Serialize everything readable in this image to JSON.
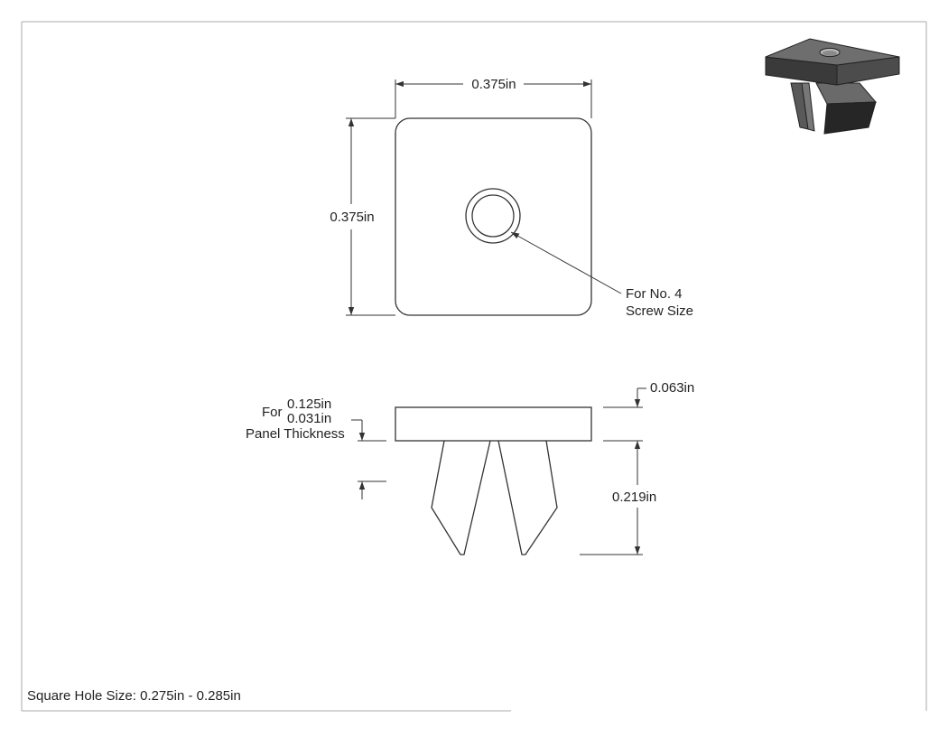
{
  "dimensions": {
    "top_width": "0.375in",
    "top_height": "0.375in",
    "thickness": "0.063in",
    "leg_height": "0.219in"
  },
  "hole_note": {
    "line1": "For No. 4",
    "line2": "Screw Size"
  },
  "panel_note": {
    "prefix": "For",
    "max": "0.125in",
    "min": "0.031in",
    "suffix": "Panel Thickness"
  },
  "footer": {
    "square_hole": "Square Hole Size: 0.275in - 0.285in"
  },
  "colors": {
    "line": "#333333",
    "nut_top": "#5a5a5a",
    "nut_side": "#2c2c2c"
  }
}
